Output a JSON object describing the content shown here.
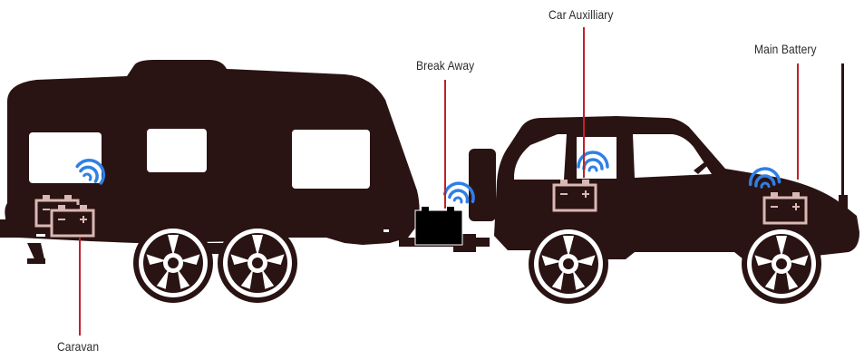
{
  "labels": {
    "caravan": "Caravan",
    "break_away": "Break Away",
    "car_auxiliary": "Car Auxilliary",
    "main_battery": "Main Battery"
  },
  "colors": {
    "silhouette": "#2a1313",
    "window": "#ffffff",
    "wheel": "#ffffff",
    "battery_outline": "#d9b8b3",
    "wireless": "#2f7fe6",
    "pointer_line": "#c0202a",
    "break_away_box": "#000000"
  },
  "icons": [
    "battery-icon",
    "wireless-signal-icon",
    "wheel-icon"
  ]
}
